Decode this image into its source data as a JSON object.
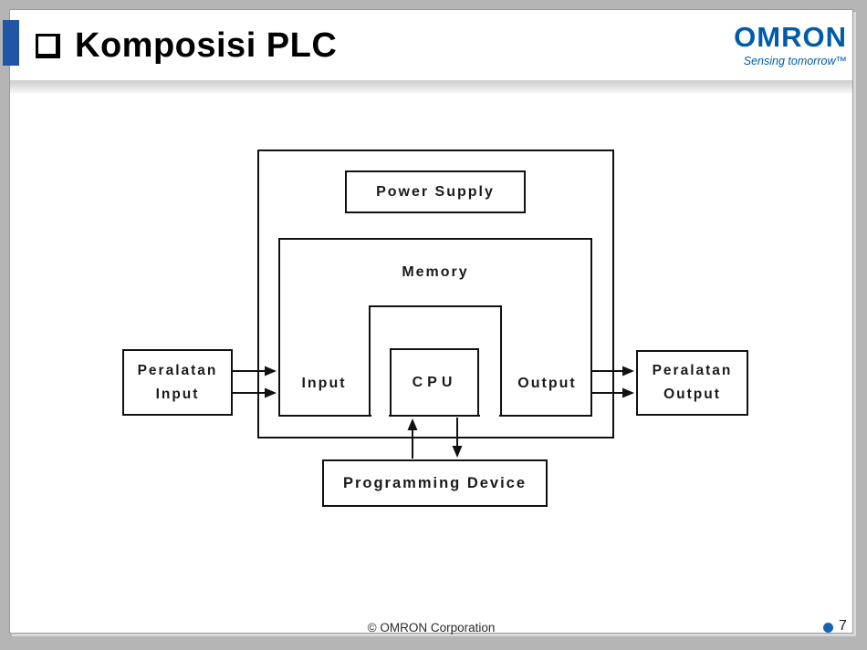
{
  "slide": {
    "title": "Komposisi PLC",
    "footer": "© OMRON Corporation",
    "page_number": "7"
  },
  "logo": {
    "brand": "OMRON",
    "tagline": "Sensing tomorrow™"
  },
  "icons": {
    "bullet": "square-outline-icon",
    "page_marker": "blue-dot-icon"
  },
  "colors": {
    "brand_blue": "#005CA9",
    "accent_bar_blue": "#2156A5",
    "page_dot_blue": "#1565AB",
    "diagram_line": "#111111",
    "frame_gray": "#b5b5b5"
  },
  "diagram": {
    "blocks": {
      "power_supply": "Power Supply",
      "memory": "Memory",
      "input": "Input",
      "cpu": "CPU",
      "output": "Output",
      "peralatan_input": {
        "line1": "Peralatan",
        "line2": "Input"
      },
      "peralatan_output": {
        "line1": "Peralatan",
        "line2": "Output"
      },
      "programming_device": "Programming Device"
    }
  }
}
